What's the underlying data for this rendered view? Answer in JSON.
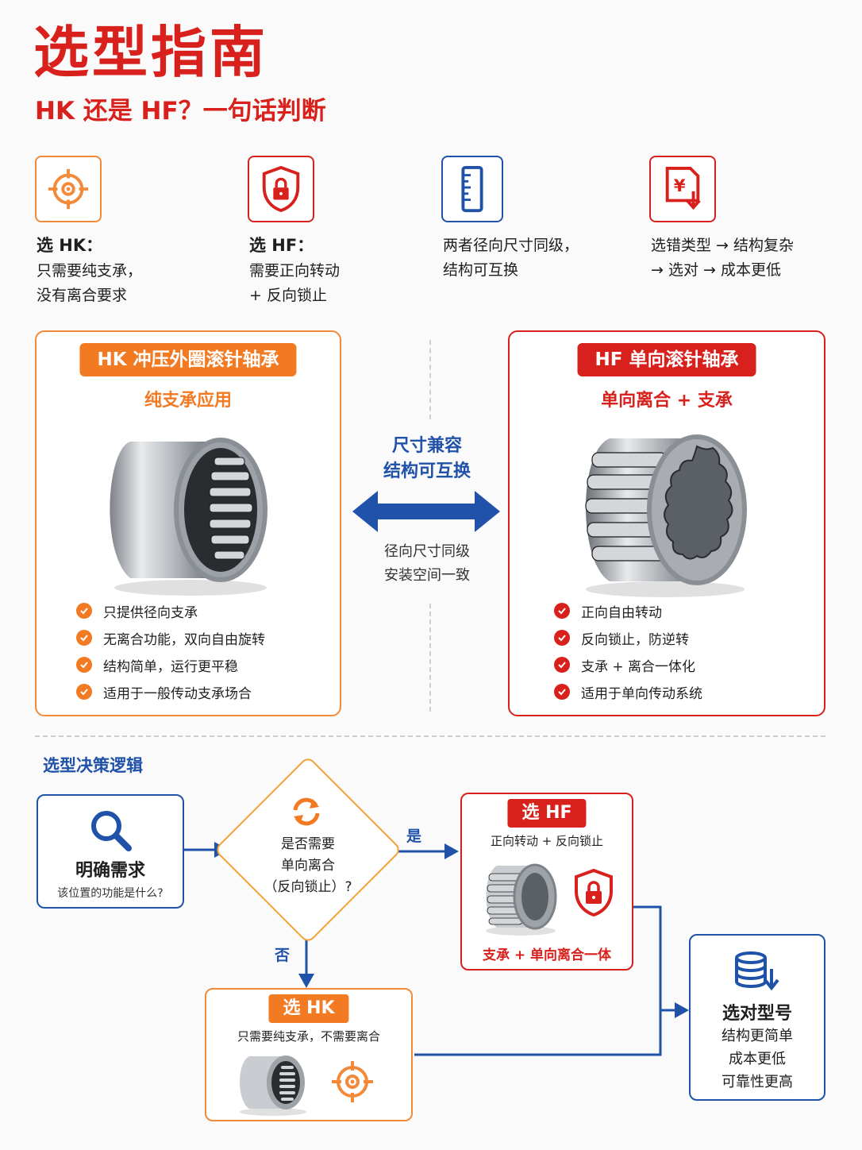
{
  "header": {
    "title": "选型指南",
    "subtitle": "HK 还是 HF？一句话判断"
  },
  "features": [
    {
      "icon": "target-icon",
      "head": "选 HK：",
      "lines": [
        "只需要纯支承，",
        "没有离合要求"
      ]
    },
    {
      "icon": "shield-lock-icon",
      "head": "选 HF：",
      "lines": [
        "需要正向转动",
        "+ 反向锁止"
      ]
    },
    {
      "icon": "ruler-icon",
      "head": "",
      "lines": [
        "两者径向尺寸同级，",
        "结构可互换"
      ]
    },
    {
      "icon": "cost-down-icon",
      "head": "",
      "lines": [
        "选错类型 → 结构复杂",
        "→ 选对 → 成本更低"
      ]
    }
  ],
  "hk_card": {
    "label": "HK 冲压外圈滚针轴承",
    "subtitle": "纯支承应用",
    "bullets": [
      "只提供径向支承",
      "无离合功能，双向自由旋转",
      "结构简单，运行更平稳",
      "适用于一般传动支承场合"
    ]
  },
  "hf_card": {
    "label": "HF 单向滚针轴承",
    "subtitle": "单向离合 + 支承",
    "bullets": [
      "正向自由转动",
      "反向锁止，防逆转",
      "支承 + 离合一体化",
      "适用于单向传动系统"
    ]
  },
  "compat": {
    "title_lines": [
      "尺寸兼容",
      "结构可互换"
    ],
    "note_lines": [
      "径向尺寸同级",
      "安装空间一致"
    ]
  },
  "flow": {
    "section_title": "选型决策逻辑",
    "start": {
      "title": "明确需求",
      "note": "该位置的功能是什么?"
    },
    "decision": [
      "是否需要",
      "单向离合",
      "（反向锁止）?"
    ],
    "yes_label": "是",
    "no_label": "否",
    "hf_box": {
      "label": "选 HF",
      "note": "正向转动 + 反向锁止",
      "footer": "支承 + 单向离合一体"
    },
    "hk_box": {
      "label": "选 HK",
      "note": "只需要纯支承，不需要离合"
    },
    "result": {
      "title": "选对型号",
      "lines": [
        "结构更简单",
        "成本更低",
        "可靠性更高"
      ]
    }
  },
  "colors": {
    "red": "#d8211c",
    "orange": "#f28a3a",
    "blue": "#1f52a8"
  }
}
